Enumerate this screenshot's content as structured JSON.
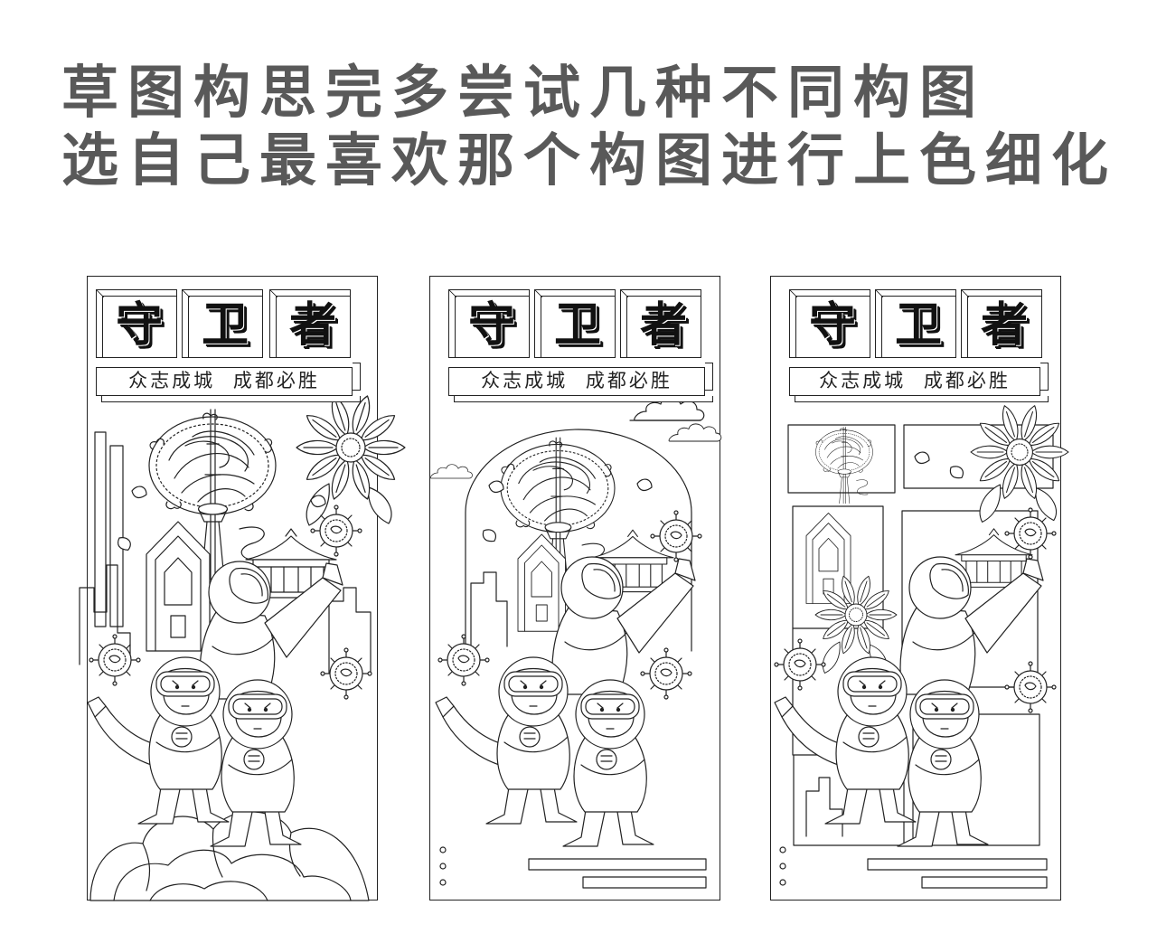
{
  "heading": {
    "line1": "草图构思完多尝试几种不同构图",
    "line2": "选自己最喜欢那个构图进行上色细化"
  },
  "posters": [
    {
      "title_chars": [
        "守",
        "卫",
        "者"
      ],
      "subtitle": "众志成城 成都必胜"
    },
    {
      "title_chars": [
        "守",
        "卫",
        "者"
      ],
      "subtitle": "众志成城 成都必胜"
    },
    {
      "title_chars": [
        "守",
        "卫",
        "者"
      ],
      "subtitle": "众志成城 成都必胜"
    }
  ],
  "colors": {
    "heading": "#595959",
    "line": "#222222",
    "title": "#111111"
  }
}
